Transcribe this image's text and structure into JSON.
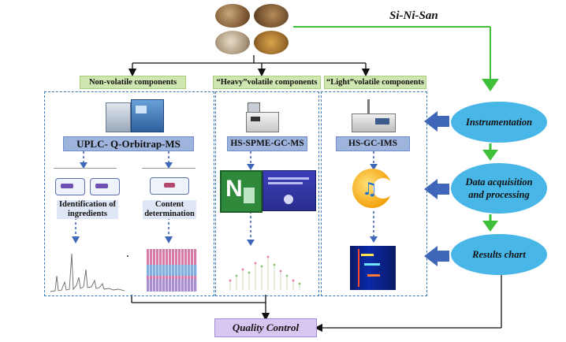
{
  "title": "Si-Ni-San",
  "headers": {
    "non_volatile": "Non-volatile components",
    "heavy": "“Heavy”volatile components",
    "light": "“Light”volatile components"
  },
  "methods": {
    "uplc": "UPLC- Q-Orbitrap-MS",
    "hs_spme": "HS-SPME-GC-MS",
    "hs_gc_ims": "HS-GC-IMS"
  },
  "sub_labels": {
    "identification": "Identification of ingredients",
    "content": "Content determination"
  },
  "steps": {
    "instrumentation": "Instrumentation",
    "data_acq_line1": "Data acquisition",
    "data_acq_line2": "and processing",
    "results": "Results chart"
  },
  "quality_control": "Quality Control",
  "colors": {
    "green_arrow": "#3fbf3a",
    "blue_arrow": "#3f66b8",
    "ellipse": "#48b6e6",
    "header_green": "#cfe6b0",
    "method_blue": "#9fb4dd",
    "qc_purple": "#d7c6f0"
  }
}
